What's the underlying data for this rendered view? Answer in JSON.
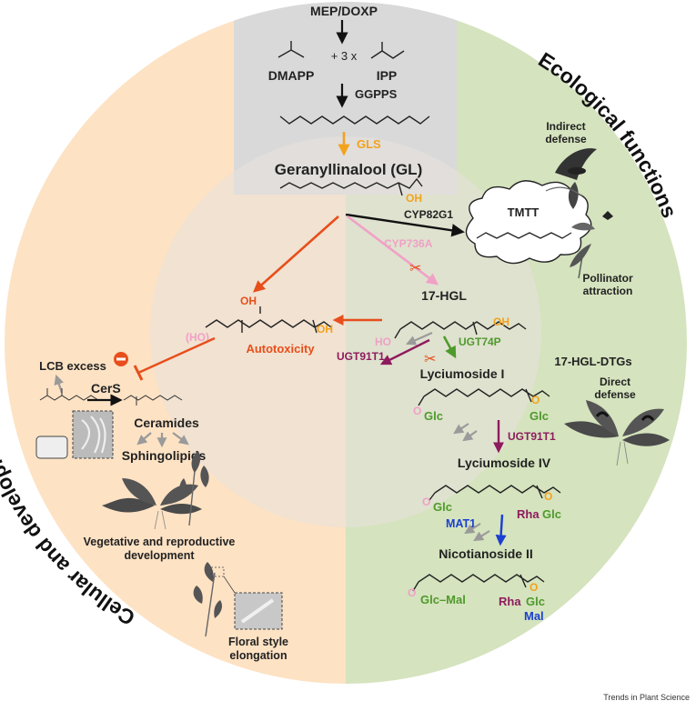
{
  "colors": {
    "left_panel": "#fde2c4",
    "right_panel": "#d5e3be",
    "top_panel": "#d9d9d9",
    "inner_circle": "#e7e2dc",
    "orange": "#e84e1b",
    "gold": "#f3a21c",
    "pink": "#f1a0c6",
    "purple": "#8e1b5e",
    "green": "#4f9a2c",
    "blue": "#1a3fd1",
    "gray_arrow": "#9a9a9a",
    "black": "#111111"
  },
  "sections": {
    "left_title": "Cellular and developmental functions",
    "right_title": "Ecological functions"
  },
  "pathway": {
    "mep": "MEP/DOXP",
    "dmapp": "DMAPP",
    "times": "+ 3 x",
    "ipp": "IPP",
    "ggpps": "GGPPS",
    "gls": "GLS",
    "gl": "Geranyllinalool (GL)",
    "oh": "OH",
    "cyp82g1": "CYP82G1",
    "tmtt": "TMTT",
    "cyp736a": "CYP736A",
    "hgl17": "17-HGL",
    "ho": "HO",
    "ho_paren": "(HO)",
    "autotoxicity": "Autotoxicity",
    "ugt91t1": "UGT91T1",
    "ugt74p": "UGT74P",
    "hgl_dtgs": "17-HGL-DTGs",
    "lyc1": "Lyciumoside I",
    "lyc4": "Lyciumoside IV",
    "nic2": "Nicotianoside II",
    "glc": "Glc",
    "glc_mal": "Glc–Mal",
    "rha_glc": "Rha–Glc",
    "rha": "Rha",
    "mal": "Mal",
    "mat1": "MAT1",
    "o": "O"
  },
  "left": {
    "lcb_excess": "LCB excess",
    "cers": "CerS",
    "ceramides": "Ceramides",
    "sphingolipids": "Sphingolipids",
    "vegetative": "Vegetative and reproductive",
    "development": "development",
    "floral1": "Floral style",
    "floral2": "elongation"
  },
  "right": {
    "indirect1": "Indirect",
    "indirect2": "defense",
    "pollinator1": "Pollinator",
    "pollinator2": "attraction",
    "direct1": "Direct",
    "direct2": "defense"
  },
  "footer": {
    "source": "Trends in Plant Science"
  }
}
